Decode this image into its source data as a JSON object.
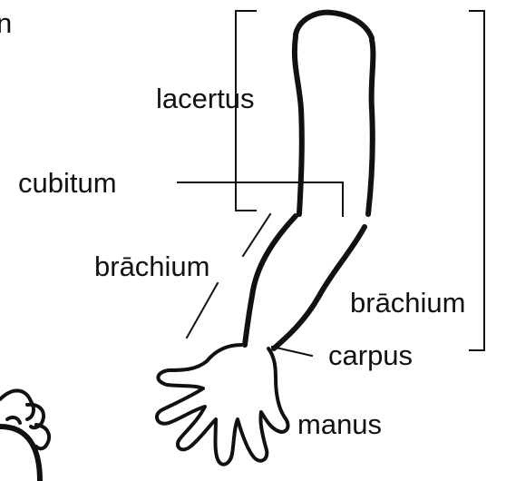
{
  "labels": {
    "corner_fragment": "n",
    "lacertus": "lacertus",
    "cubitum": "cubitum",
    "brachium_forearm": "brāchium",
    "brachium_arm": "brāchium",
    "carpus": "carpus",
    "manus": "manus"
  },
  "colors": {
    "ink": "#111111",
    "background": "#ffffff"
  }
}
